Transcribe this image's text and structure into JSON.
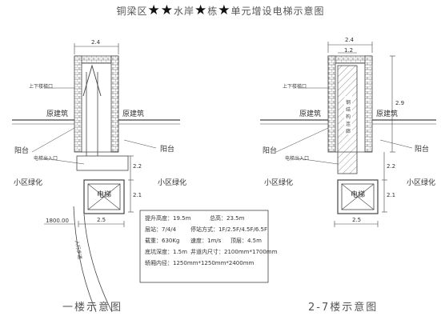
{
  "title": {
    "part1": "铜梁区",
    "star1": "★★",
    "part2": "水岸",
    "star2": "★",
    "part3": "栋",
    "star3": "★",
    "part4": "单元增设电梯示意图"
  },
  "floor1": {
    "caption": "一楼示意图",
    "dim_top": "2.4",
    "dim_bottom": "2.5",
    "dim_right_upper": "2.2",
    "dim_right_lower": "2.1",
    "dim_left": "1800.00",
    "label_well": "上下楼梯口",
    "label_original_left": "原建筑",
    "label_original_right": "原建筑",
    "label_balcony_left": "阳台",
    "label_balcony_right": "阳台",
    "label_entrance": "电梯出入口",
    "label_green_left": "小区绿化",
    "label_green_right": "小区绿化",
    "label_elevator": "电梯",
    "label_walkway": "人行步道"
  },
  "floor2": {
    "caption": "2-7楼示意图",
    "dim_top": "2.4",
    "dim_inner": "1.2",
    "dim_bottom": "2.5",
    "dim_right_upper": "2.9",
    "dim_right_mid": "2.2",
    "dim_right_lower": "2.1",
    "label_well": "上下楼梯口",
    "label_corridor": "钢结构连廊",
    "label_original_left": "原建筑",
    "label_original_right": "原建筑",
    "label_balcony_left": "阳台",
    "label_balcony_right": "阳台",
    "label_entrance": "电梯出入口",
    "label_green_left": "小区绿化",
    "label_green_right": "小区绿化",
    "label_elevator": "电梯"
  },
  "specs": {
    "row1": [
      "提升高度：19.5m",
      "总高：23.5m"
    ],
    "row2": [
      "层站：7/4/4",
      "停站方式：1F/2.5F/4.5F/6.5F"
    ],
    "row3": [
      "载重：630Kg",
      "速度：1m/s",
      "顶层：4.5m"
    ],
    "row4": [
      "底坑深度：1.5m",
      "井道内尺寸：2100mm*1700mm"
    ],
    "row5": [
      "轿厢内径：1250mm*1250mm*2400mm"
    ]
  }
}
